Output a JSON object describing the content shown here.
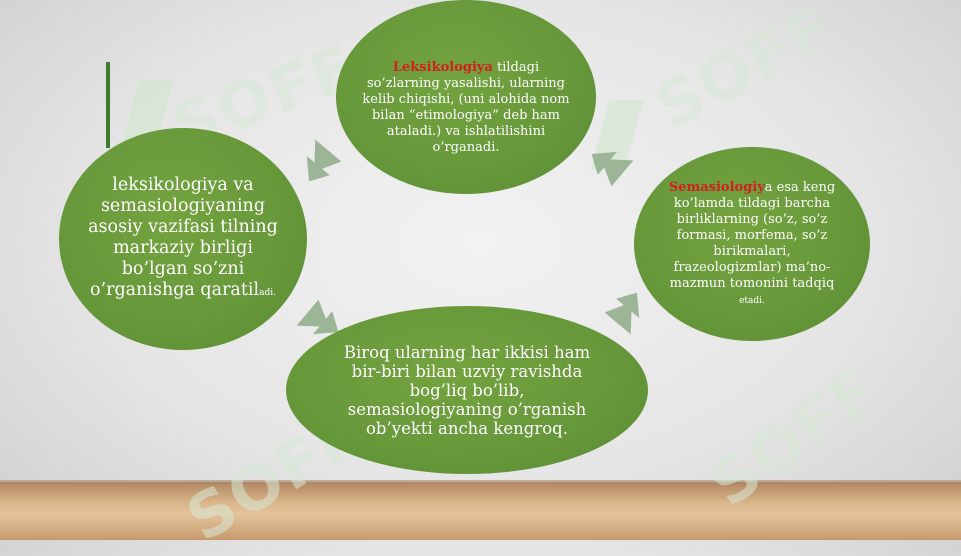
{
  "watermark": {
    "text": "SOFF"
  },
  "nodes": {
    "left": {
      "main": "leksikologiya va semasiologiyaning asosiy vazifasi tilning markaziy birligi bo’lgan so’zni o’rganishga qaratil",
      "small": "adi."
    },
    "top": {
      "highlight": "Leksikologiya",
      "rest": " tildagi so’zlarning yasalishi, ularning kelib chiqishi, (uni alohida nom bilan “etimologiya” deb ham ataladi.) va ishlatilishini o’rganadi."
    },
    "right": {
      "highlight": "Semasiologiy",
      "rest": "a esa keng ko’lamda tildagi barcha birliklarning (so’z, so’z formasi, morfema, so’z birikmalari, frazeologizmlar) ma’no-mazmun tomonini tadqiq ",
      "small": "etadi."
    },
    "bottom": {
      "main": "Biroq ularning har ikkisi ham bir-biri bilan uzviy ravishda bog’liq bo’lib, semasiologiyaning o’rganish ob’yekti ancha kengroq."
    }
  },
  "colors": {
    "node_fill": "#66973a",
    "arrow": "#9cb596",
    "highlight": "#d21f1f",
    "accent": "#3b7d2c"
  }
}
